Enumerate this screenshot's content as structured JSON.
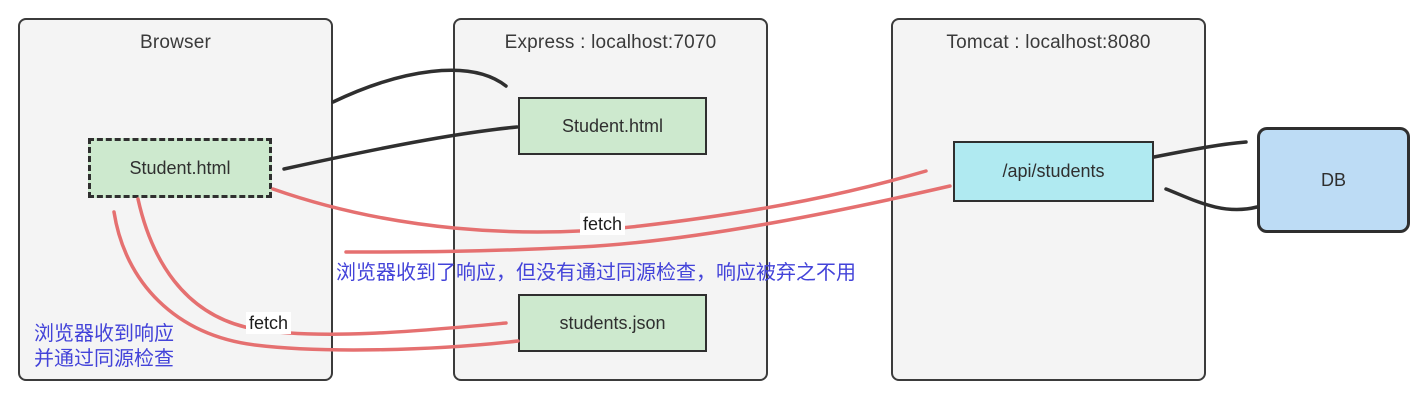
{
  "browser": {
    "title": "Browser",
    "node_student_html": "Student.html"
  },
  "express": {
    "title": "Express : localhost:7070",
    "node_student_html": "Student.html",
    "node_students_json": "students.json"
  },
  "tomcat": {
    "title": "Tomcat : localhost:8080",
    "node_api": "/api/students"
  },
  "db": {
    "label": "DB"
  },
  "edge_labels": {
    "fetch_top": "fetch",
    "fetch_bottom": "fetch"
  },
  "annotations": {
    "blocked_response": "浏览器收到了响应，但没有通过同源检查，响应被弃之不用",
    "passed_response_line1": "浏览器收到响应",
    "passed_response_line2": "并通过同源检查"
  },
  "colors": {
    "container_fill": "#f4f4f4",
    "container_border": "#3b3b3b",
    "green_node_fill": "#cde9ce",
    "cyan_node_fill": "#b0eaf1",
    "db_node_fill": "#bddcf5",
    "black_arrow": "#2f2f2f",
    "red_arrow": "#e57070",
    "annotation_text": "#4343d9"
  }
}
